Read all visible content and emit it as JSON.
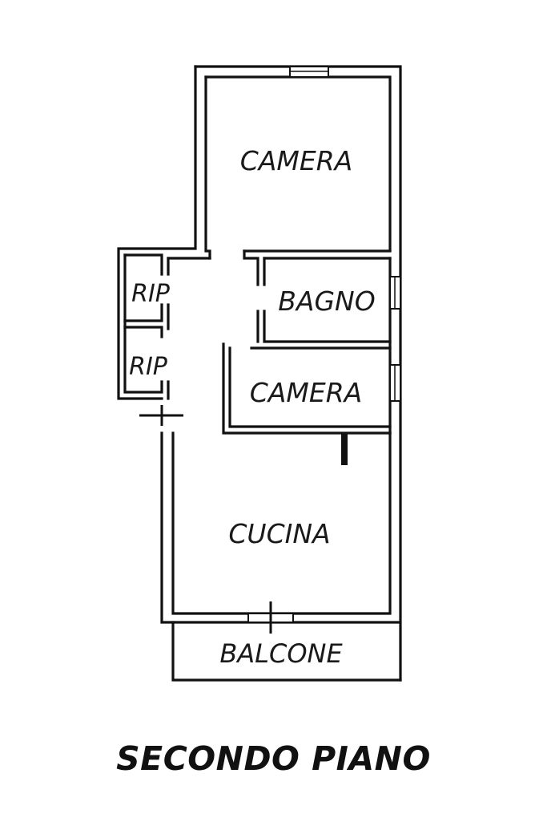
{
  "floor_title": "SECONDO PIANO",
  "rooms": {
    "camera_top": "CAMERA",
    "bagno": "BAGNO",
    "rip_upper": "RIP",
    "rip_lower": "RIP",
    "camera_middle": "CAMERA",
    "cucina": "CUCINA",
    "balcone": "BALCONE"
  },
  "colors": {
    "wall": "#111111",
    "background": "#ffffff"
  }
}
